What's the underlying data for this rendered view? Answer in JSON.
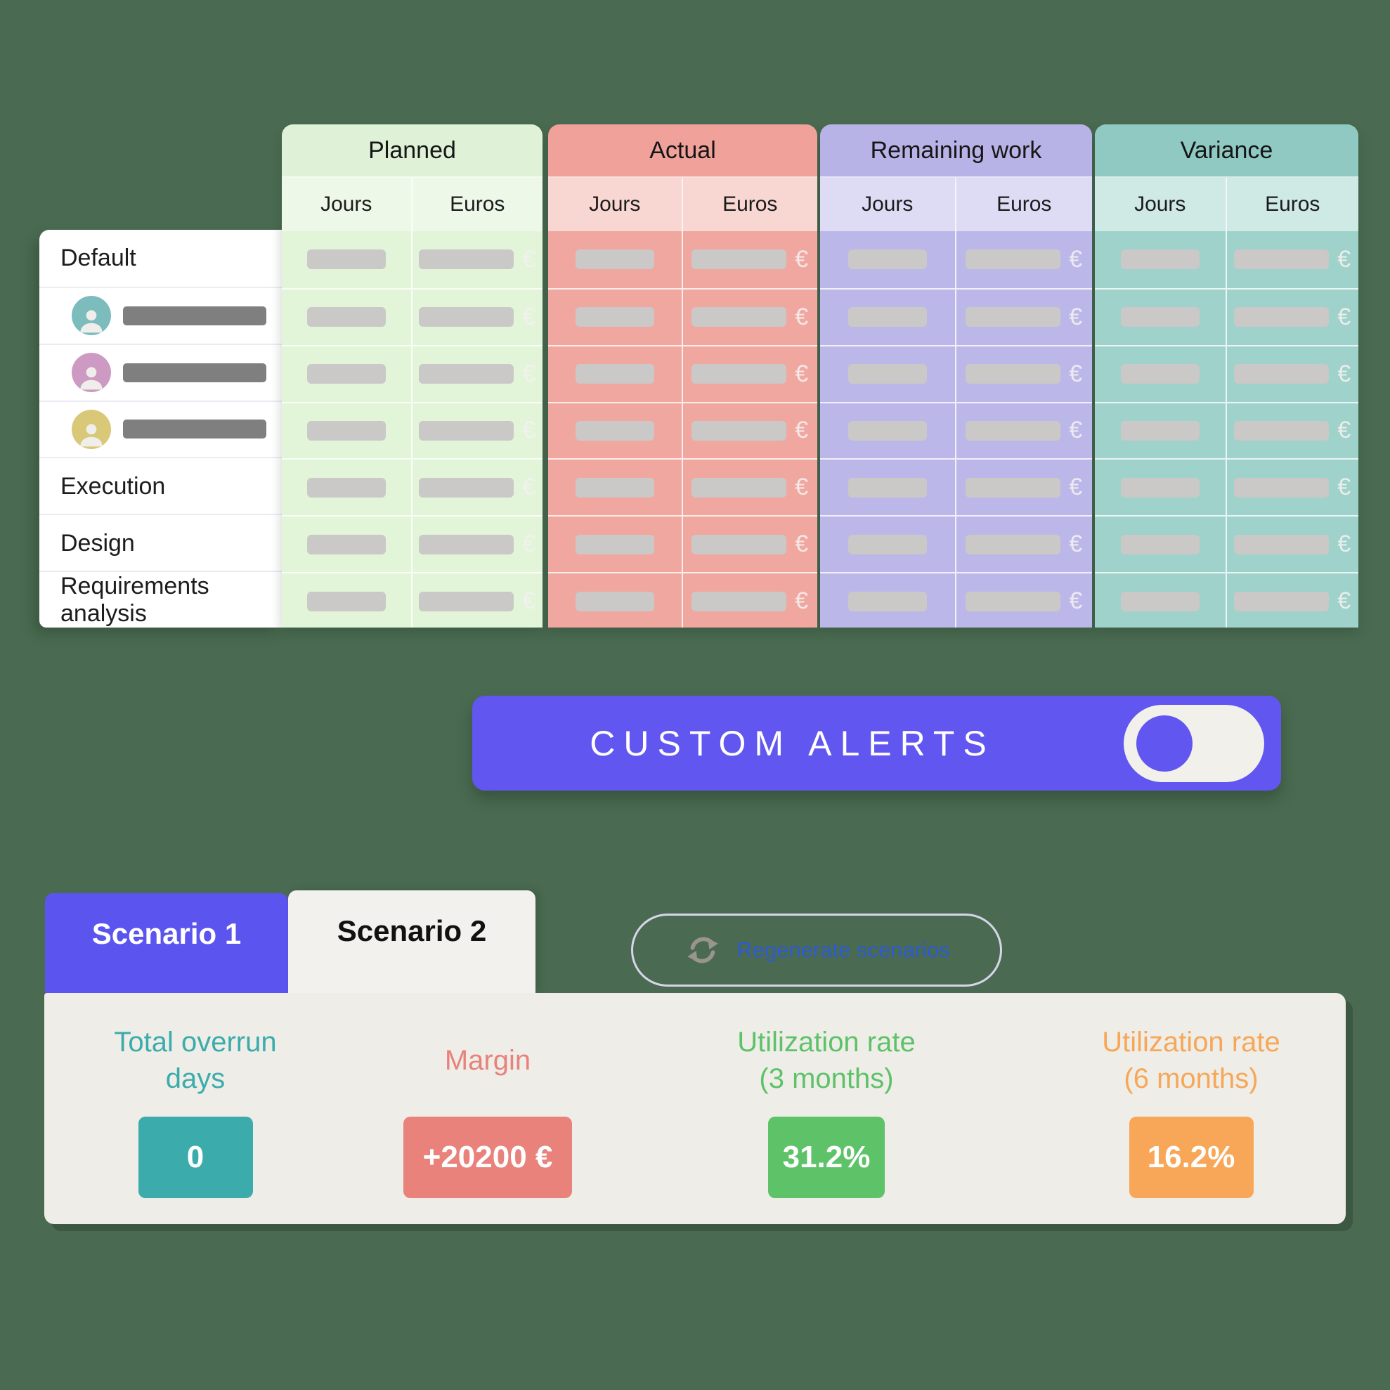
{
  "table": {
    "groups": [
      {
        "name": "Planned",
        "sub": [
          "Jours",
          "Euros"
        ],
        "header_color": "#dff2d7",
        "subheader_color": "#eef8e8",
        "cell_color": "#e2f5d9"
      },
      {
        "name": "Actual",
        "sub": [
          "Jours",
          "Euros"
        ],
        "header_color": "#efa19a",
        "subheader_color": "#f8d6d2",
        "cell_color": "#f0a79f"
      },
      {
        "name": "Remaining work",
        "sub": [
          "Jours",
          "Euros"
        ],
        "header_color": "#b8b3e7",
        "subheader_color": "#dedcf4",
        "cell_color": "#bcb7e9"
      },
      {
        "name": "Variance",
        "sub": [
          "Jours",
          "Euros"
        ],
        "header_color": "#8fc9c2",
        "subheader_color": "#cfe9e4",
        "cell_color": "#9ed2ca",
        "accent_strip_color": "#7fbdb6"
      }
    ],
    "rows": [
      {
        "label": "Default"
      },
      {
        "avatar": "#7cbcbd"
      },
      {
        "avatar": "#cc9ac3"
      },
      {
        "avatar": "#d9c878"
      },
      {
        "label": "Execution"
      },
      {
        "label": "Design"
      },
      {
        "label": "Requirements analysis"
      }
    ],
    "currency_symbol": "€"
  },
  "banner": {
    "label": "CUSTOM ALERTS",
    "color": "#6156f0",
    "toggle_on": false
  },
  "tabs": [
    {
      "label": "Scenario 1",
      "active": true,
      "color": "#5b54ee"
    },
    {
      "label": "Scenario 2",
      "active": false,
      "color": "#f2f1ed"
    }
  ],
  "regenerate": {
    "label": "Regenerate scenarios",
    "text_color": "#2d5bd1",
    "icon_color": "#9a948e"
  },
  "metrics": [
    {
      "label_line1": "Total overrun",
      "label_line2": "days",
      "value": "0",
      "color": "#3bacab"
    },
    {
      "label_line1": "Margin",
      "label_line2": "",
      "value": "+20200 €",
      "color": "#e8827b"
    },
    {
      "label_line1": "Utilization rate",
      "label_line2": "(3 months)",
      "value": "31.2%",
      "color": "#5ec269"
    },
    {
      "label_line1": "Utilization rate",
      "label_line2": "(6 months)",
      "value": "16.2%",
      "color": "#f7a757"
    }
  ],
  "background_color": "#4a6b51"
}
